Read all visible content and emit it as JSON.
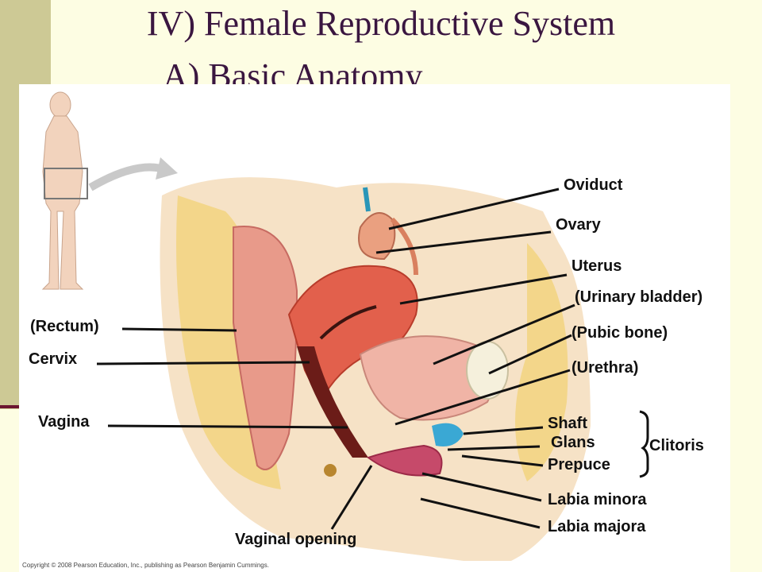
{
  "title": {
    "line1": "IV) Female Reproductive System",
    "line2": "A) Basic Anatomy"
  },
  "labels": {
    "oviduct": "Oviduct",
    "ovary": "Ovary",
    "uterus": "Uterus",
    "urinary_bladder": "(Urinary bladder)",
    "pubic_bone": "(Pubic bone)",
    "urethra": "(Urethra)",
    "rectum": "(Rectum)",
    "cervix": "Cervix",
    "vagina": "Vagina",
    "shaft": "Shaft",
    "glans": "Glans",
    "prepuce": "Prepuce",
    "clitoris": "Clitoris",
    "labia_minora": "Labia minora",
    "labia_majora": "Labia majora",
    "vaginal_opening": "Vaginal opening"
  },
  "copyright": "Copyright © 2008 Pearson Education, Inc., publishing as Pearson Benjamin Cummings."
}
